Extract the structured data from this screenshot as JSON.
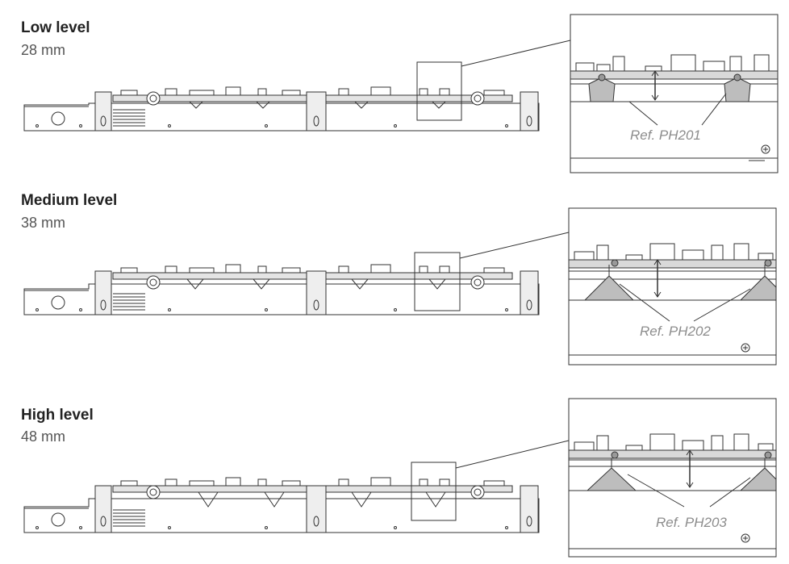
{
  "levels": [
    {
      "title": "Low level",
      "height": "28 mm",
      "ref": "Ref. PH201"
    },
    {
      "title": "Medium level",
      "height": "38 mm",
      "ref": "Ref. PH202"
    },
    {
      "title": "High level",
      "height": "48 mm",
      "ref": "Ref. PH203"
    }
  ],
  "colors": {
    "line": "#333333",
    "hatch": "#7a7a7a",
    "label": "#8c8c8c",
    "plate": "#cfcfcf"
  }
}
